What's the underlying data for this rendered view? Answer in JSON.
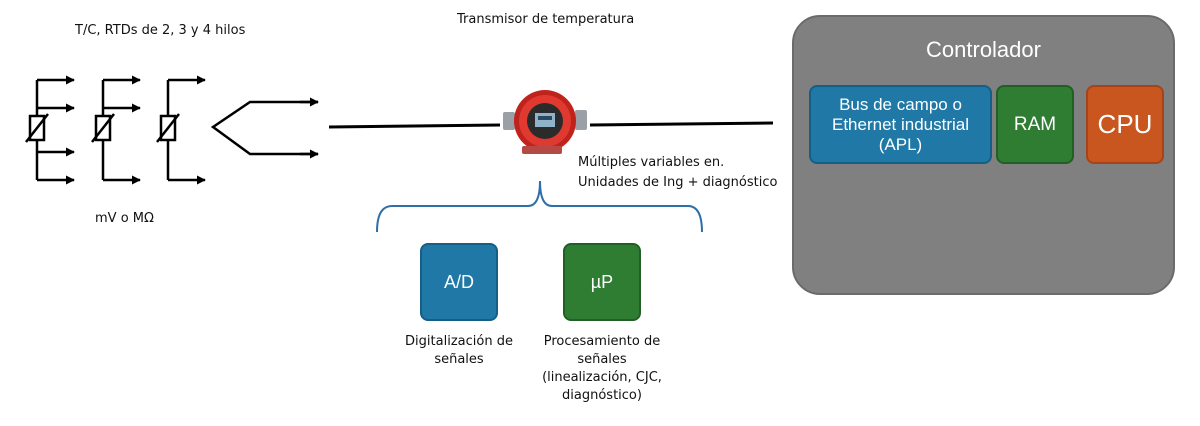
{
  "sensors": {
    "heading": "T/C, RTDs de 2, 3 y 4 hilos",
    "units": "mV o MΩ"
  },
  "transmitter": {
    "title": "Transmisor de temperatura",
    "output": "Múltiples variables en.\nUnidades de Ing + diagnóstico"
  },
  "controller": {
    "title": "Controlador",
    "bus": "Bus de campo o\nEthernet industrial\n(APL)",
    "ram": "RAM",
    "cpu": "CPU"
  },
  "internals": {
    "ad": {
      "label": "A/D",
      "caption": "Digitalización de\nseñales"
    },
    "up": {
      "label": "µP",
      "caption": "Procesamiento de\nseñales\n(linealización, CJC,\ndiagnóstico)"
    }
  },
  "colors": {
    "blue_block": "#1f78a6",
    "green_block": "#2f7d32",
    "orange_block": "#c9561e",
    "controller_bg": "#808080",
    "bracket": "#2e6fa7",
    "transmitter_red": "#d62a22"
  }
}
